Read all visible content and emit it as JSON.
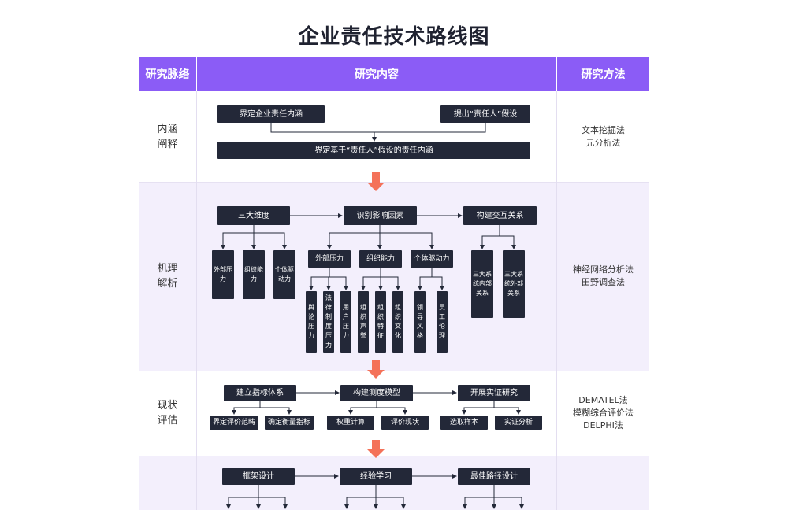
{
  "title": "企业责任技术路线图",
  "headers": {
    "col1": "研究脉络",
    "col2": "研究内容",
    "col3": "研究方法"
  },
  "rows": [
    {
      "category": "内涵\n阐释",
      "methods": "文本挖掘法\n元分析法",
      "boxes": {
        "b1": "界定企业责任内涵",
        "b2": "提出“责任人”假设",
        "b3": "界定基于“责任人”假设的责任内涵"
      }
    },
    {
      "category": "机理\n解析",
      "methods": "神经网络分析法\n田野调查法",
      "boxes": {
        "top1": "三大维度",
        "top2": "识别影响因素",
        "top3": "构建交互关系",
        "d1": "外部压力",
        "d2": "组织能力",
        "d3": "个体驱动力",
        "m1": "外部压力",
        "m2": "组织能力",
        "m3": "个体驱动力",
        "l1": "舆论压力",
        "l2": "法律制度压力",
        "l3": "用户压力",
        "l4": "组织声誉",
        "l5": "组织特征",
        "l6": "组织文化",
        "l7": "领导风格",
        "l8": "员工伦理",
        "r1": "三大系统内部关系",
        "r2": "三大系统外部关系"
      }
    },
    {
      "category": "现状\n评估",
      "methods": "DEMATEL法\n模糊综合评价法\nDELPHI法",
      "boxes": {
        "top1": "建立指标体系",
        "top2": "构建测度模型",
        "top3": "开展实证研究",
        "s1": "界定评价范畴",
        "s2": "确定衡量指标",
        "s3": "权重计算",
        "s4": "评价现状",
        "s5": "选取样本",
        "s6": "实证分析"
      }
    },
    {
      "category": "",
      "methods": "",
      "boxes": {
        "top1": "框架设计",
        "top2": "经验学习",
        "top3": "最佳路径设计"
      }
    }
  ],
  "colors": {
    "header": "#8b5cf6",
    "box": "#232838",
    "arrow": "#f47259",
    "row_tint": "#f3effc"
  }
}
